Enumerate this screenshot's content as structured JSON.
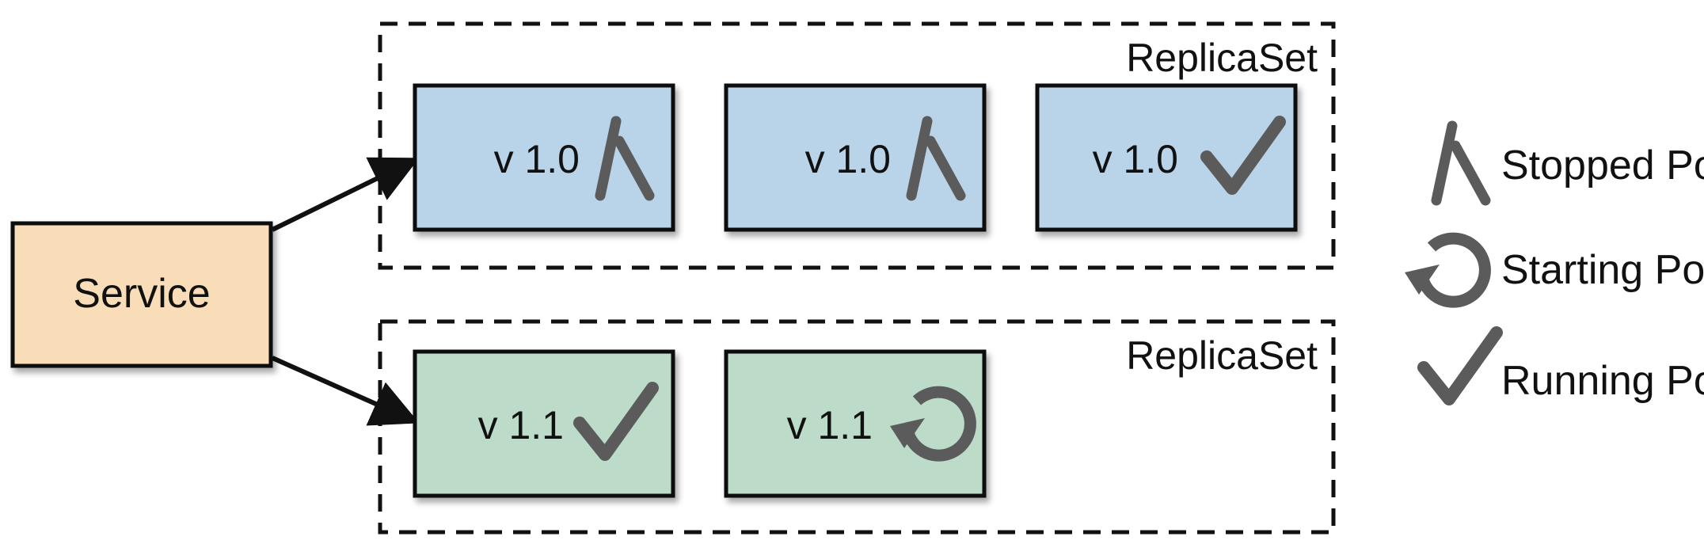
{
  "service": {
    "label": "Service"
  },
  "replicasets": [
    {
      "label": "ReplicaSet",
      "pods": [
        {
          "version": "v 1.0",
          "status": "stopped",
          "icon": "x-icon"
        },
        {
          "version": "v 1.0",
          "status": "stopped",
          "icon": "x-icon"
        },
        {
          "version": "v 1.0",
          "status": "running",
          "icon": "check-icon"
        }
      ]
    },
    {
      "label": "ReplicaSet",
      "pods": [
        {
          "version": "v 1.1",
          "status": "running",
          "icon": "check-icon"
        },
        {
          "version": "v 1.1",
          "status": "starting",
          "icon": "refresh-icon"
        }
      ]
    }
  ],
  "legend": [
    {
      "icon": "x-icon",
      "label": "Stopped Pod"
    },
    {
      "icon": "refresh-icon",
      "label": "Starting Pod"
    },
    {
      "icon": "check-icon",
      "label": "Running Pod"
    }
  ],
  "colors": {
    "service_fill": "#f9ddb8",
    "pod_v10_fill": "#b9d3e8",
    "pod_v11_fill": "#bcdcc9",
    "icon": "#5b5b5b",
    "stroke": "#111111"
  }
}
